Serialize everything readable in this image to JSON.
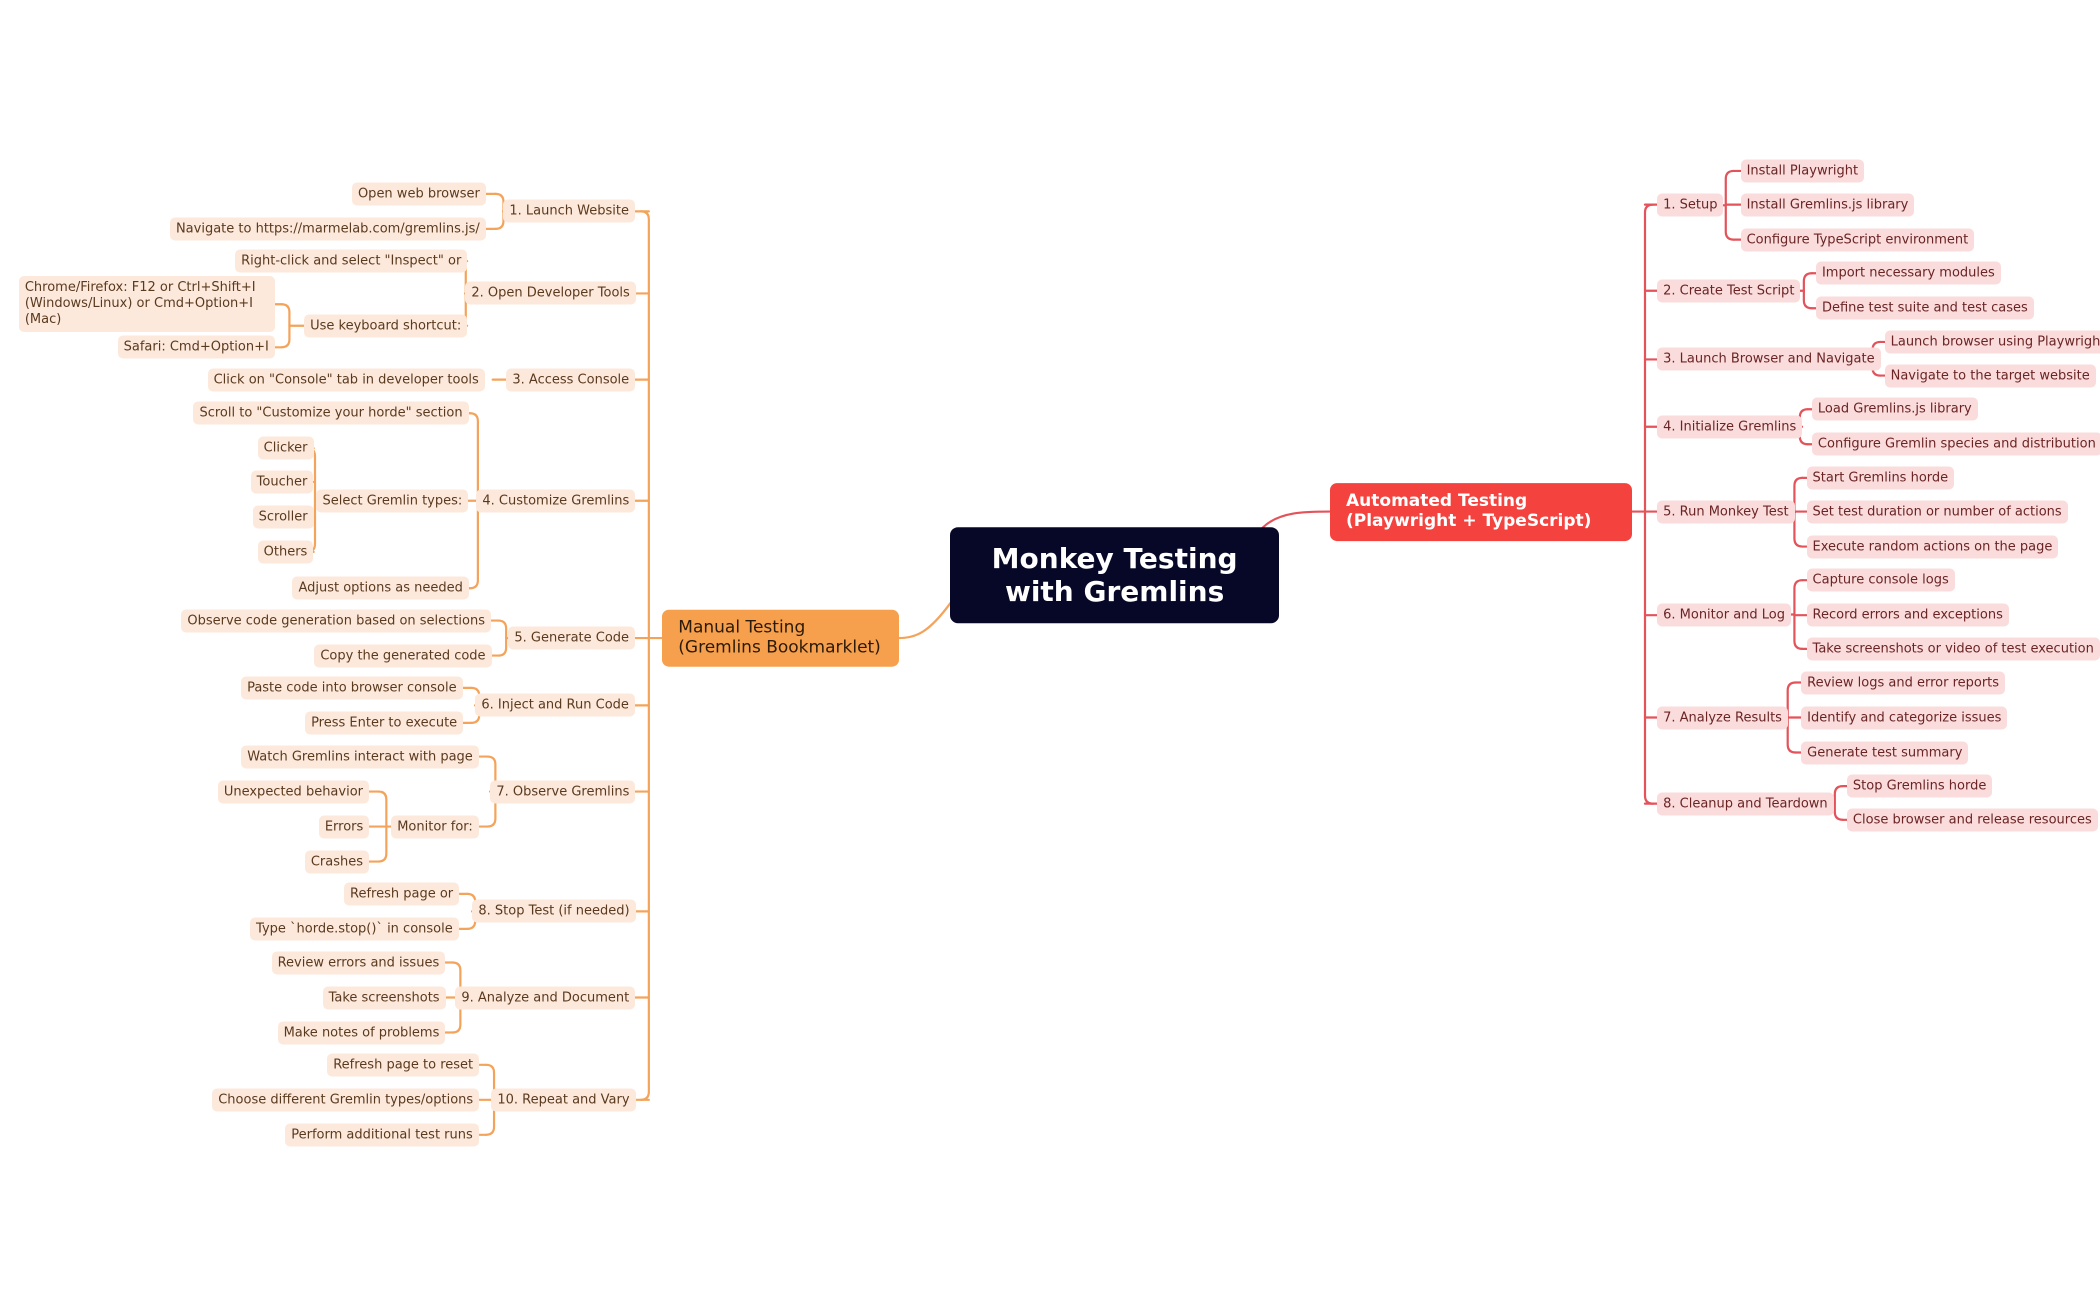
{
  "root": {
    "title": "Monkey Testing with Gremlins"
  },
  "manual": {
    "title": "Manual Testing (Gremlins Bookmarklet)",
    "color": "#f6a04d",
    "steps": [
      {
        "label": "1. Launch Website",
        "children": [
          {
            "label": "Open web browser"
          },
          {
            "label": "Navigate to https://marmelab.com/gremlins.js/"
          }
        ]
      },
      {
        "label": "2. Open Developer Tools",
        "children": [
          {
            "label": "Right-click and select \"Inspect\" or"
          },
          {
            "label": "Use keyboard shortcut:",
            "children": [
              {
                "label": "Chrome/Firefox: F12 or Ctrl+Shift+I (Windows/Linux) or Cmd+Option+I (Mac)"
              },
              {
                "label": "Safari: Cmd+Option+I"
              }
            ]
          }
        ]
      },
      {
        "label": "3. Access Console",
        "children": [
          {
            "label": "Click on \"Console\" tab in developer tools"
          }
        ]
      },
      {
        "label": "4. Customize Gremlins",
        "children": [
          {
            "label": "Scroll to \"Customize your horde\" section"
          },
          {
            "label": "Select Gremlin types:",
            "children": [
              {
                "label": "Clicker"
              },
              {
                "label": "Toucher"
              },
              {
                "label": "Scroller"
              },
              {
                "label": "Others"
              }
            ]
          },
          {
            "label": "Adjust options as needed"
          }
        ]
      },
      {
        "label": "5. Generate Code",
        "children": [
          {
            "label": "Observe code generation based on selections"
          },
          {
            "label": "Copy the generated code"
          }
        ]
      },
      {
        "label": "6. Inject and Run Code",
        "children": [
          {
            "label": "Paste code into browser console"
          },
          {
            "label": "Press Enter to execute"
          }
        ]
      },
      {
        "label": "7. Observe Gremlins",
        "children": [
          {
            "label": "Watch Gremlins interact with page"
          },
          {
            "label": "Monitor for:",
            "children": [
              {
                "label": "Unexpected behavior"
              },
              {
                "label": "Errors"
              },
              {
                "label": "Crashes"
              }
            ]
          }
        ]
      },
      {
        "label": "8. Stop Test (if needed)",
        "children": [
          {
            "label": "Refresh page or"
          },
          {
            "label": "Type `horde.stop()` in console"
          }
        ]
      },
      {
        "label": "9. Analyze and Document",
        "children": [
          {
            "label": "Review errors and issues"
          },
          {
            "label": "Take screenshots"
          },
          {
            "label": "Make notes of problems"
          }
        ]
      },
      {
        "label": "10. Repeat and Vary",
        "children": [
          {
            "label": "Refresh page to reset"
          },
          {
            "label": "Choose different Gremlin types/options"
          },
          {
            "label": "Perform additional test runs"
          }
        ]
      }
    ]
  },
  "automated": {
    "title": "Automated Testing (Playwright + TypeScript)",
    "color": "#f4433f",
    "steps": [
      {
        "label": "1. Setup",
        "children": [
          {
            "label": "Install Playwright"
          },
          {
            "label": "Install Gremlins.js library"
          },
          {
            "label": "Configure TypeScript environment"
          }
        ]
      },
      {
        "label": "2. Create Test Script",
        "children": [
          {
            "label": "Import necessary modules"
          },
          {
            "label": "Define test suite and test cases"
          }
        ]
      },
      {
        "label": "3. Launch Browser and Navigate",
        "children": [
          {
            "label": "Launch browser using Playwright"
          },
          {
            "label": "Navigate to the target website"
          }
        ]
      },
      {
        "label": "4. Initialize Gremlins",
        "children": [
          {
            "label": "Load Gremlins.js library"
          },
          {
            "label": "Configure Gremlin species and distribution"
          }
        ]
      },
      {
        "label": "5. Run Monkey Test",
        "children": [
          {
            "label": "Start Gremlins horde"
          },
          {
            "label": "Set test duration or number of actions"
          },
          {
            "label": "Execute random actions on the page"
          }
        ]
      },
      {
        "label": "6. Monitor and Log",
        "children": [
          {
            "label": "Capture console logs"
          },
          {
            "label": "Record errors and exceptions"
          },
          {
            "label": "Take screenshots or video of test execution"
          }
        ]
      },
      {
        "label": "7. Analyze Results",
        "children": [
          {
            "label": "Review logs and error reports"
          },
          {
            "label": "Identify and categorize issues"
          },
          {
            "label": "Generate test summary"
          }
        ]
      },
      {
        "label": "8. Cleanup and Teardown",
        "children": [
          {
            "label": "Stop Gremlins horde"
          },
          {
            "label": "Close browser and release resources"
          }
        ]
      }
    ]
  },
  "colors": {
    "manual_line": "#f4a35a",
    "manual_node": "#fde9db",
    "auto_line": "#e4525a",
    "auto_node": "#fbdcdc",
    "root_bg": "#070828"
  }
}
